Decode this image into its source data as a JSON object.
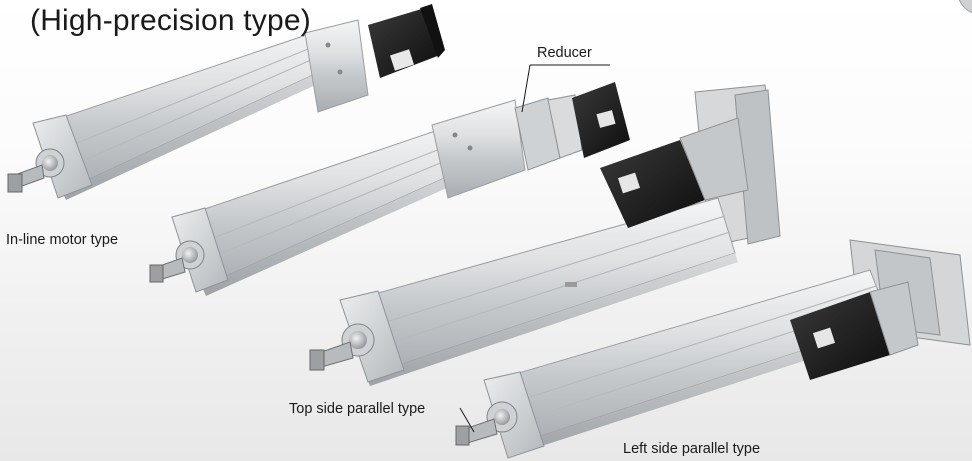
{
  "heading": "(High-precision type)",
  "labels": {
    "reducer": "Reducer",
    "inline_motor": "In-line motor type",
    "top_side_parallel": "Top side parallel type",
    "left_side_parallel": "Left side parallel type"
  },
  "colors": {
    "aluminum_light": "#e9ebed",
    "aluminum_mid": "#c9ccd0",
    "aluminum_dark": "#8e9297",
    "motor_black": "#1b1b1b",
    "label_text": "#1a1a1a"
  }
}
